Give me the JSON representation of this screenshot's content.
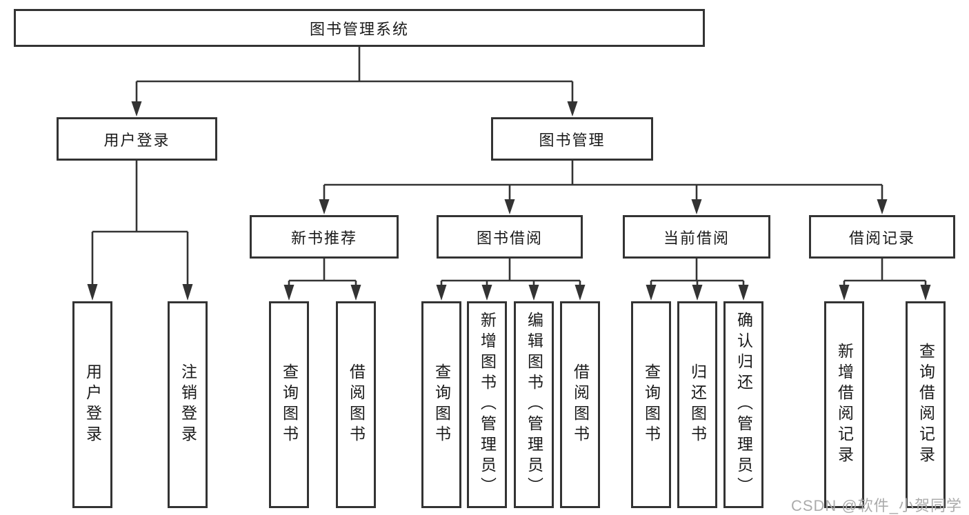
{
  "tree": {
    "root": "图书管理系统",
    "children": [
      {
        "label": "用户登录",
        "children": [
          "用户登录",
          "注销登录"
        ]
      },
      {
        "label": "图书管理",
        "children": [
          {
            "label": "新书推荐",
            "children": [
              "查询图书",
              "借阅图书"
            ]
          },
          {
            "label": "图书借阅",
            "children": [
              "查询图书",
              "新增图书（管理员）",
              "编辑图书（管理员）",
              "借阅图书"
            ]
          },
          {
            "label": "当前借阅",
            "children": [
              "查询图书",
              "归还图书",
              "确认归还（管理员）"
            ]
          },
          {
            "label": "借阅记录",
            "children": [
              "新增借阅记录",
              "查询借阅记录"
            ]
          }
        ]
      }
    ]
  },
  "watermark": {
    "text": "CSDN @软件_小贺同学"
  },
  "colors": {
    "line": "#333333",
    "text": "#1a1a1a",
    "watermark": "#ababab",
    "background": "#ffffff"
  }
}
